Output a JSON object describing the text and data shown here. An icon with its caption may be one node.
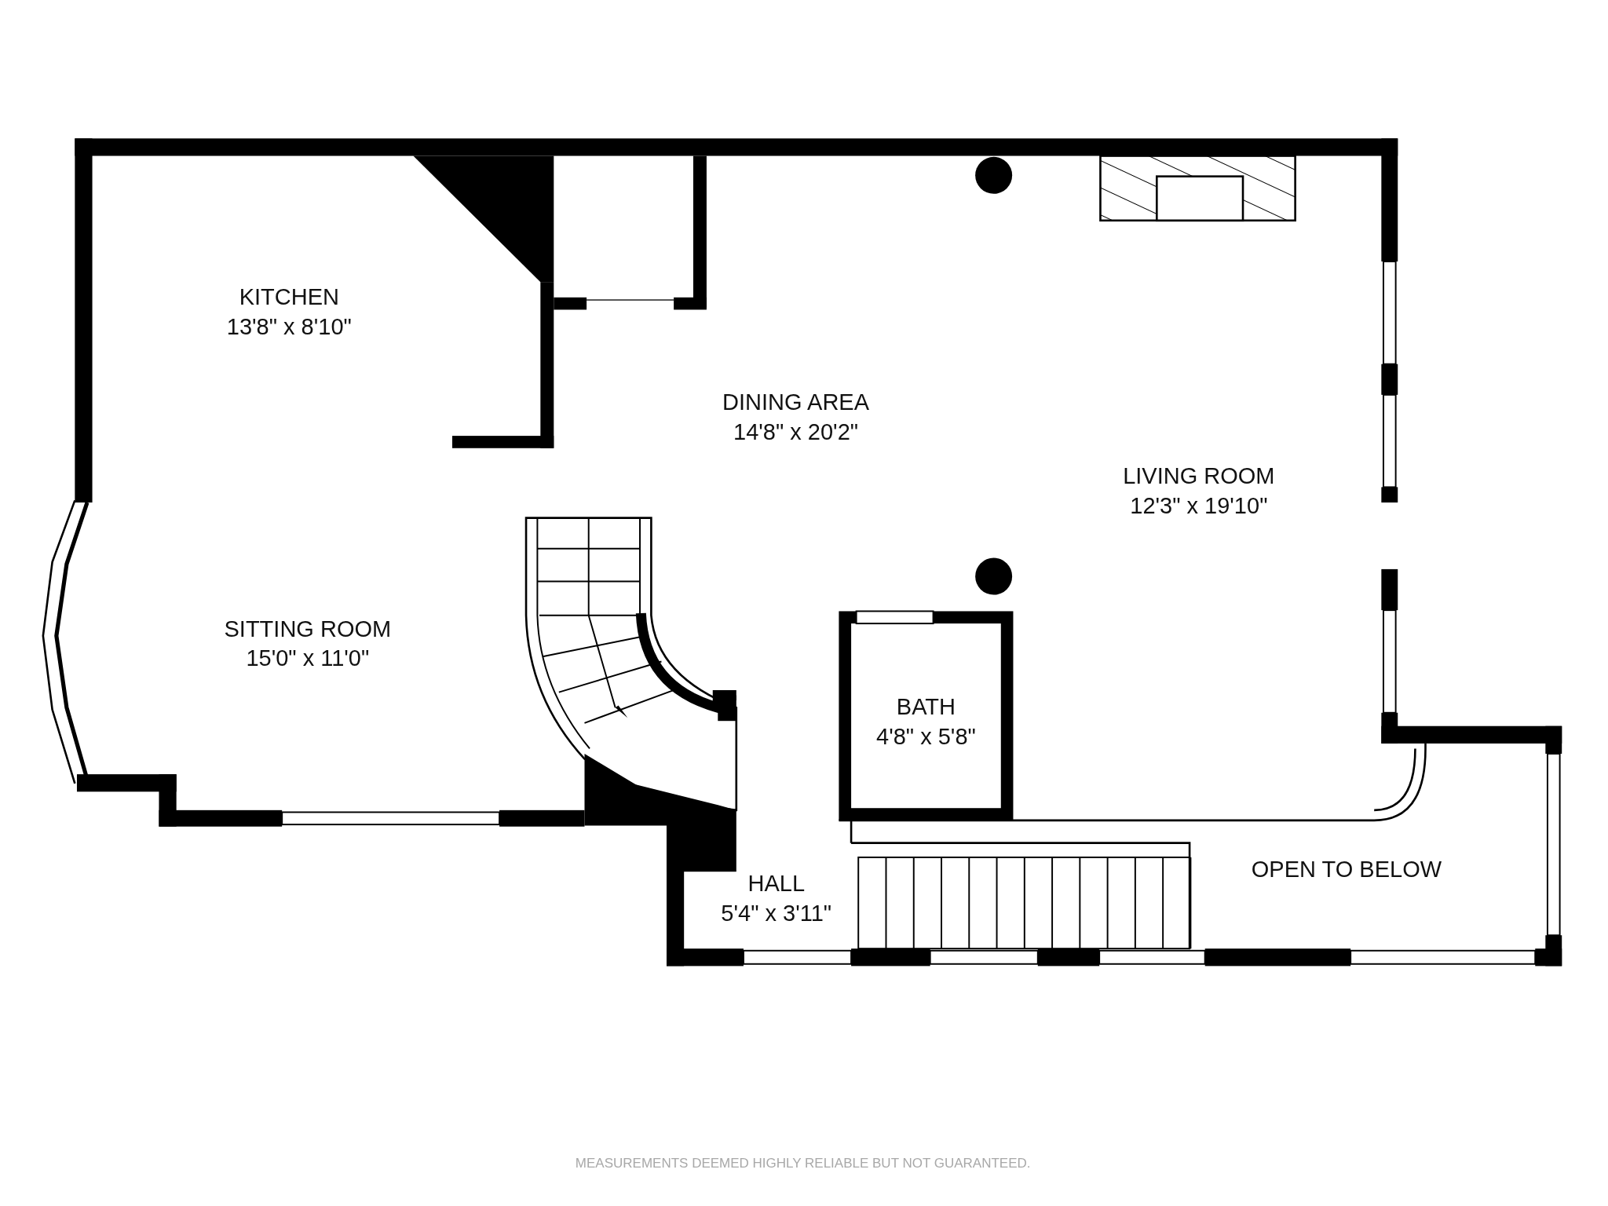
{
  "diagram": {
    "labels": [
      "KITCHEN",
      "13'8\" x 8'10\"",
      "DINING AREA",
      "14'8\" x 20'2\"",
      "LIVING ROOM",
      "12'3\" x 19'10\"",
      "SITTING ROOM",
      "15'0\" x 11'0\"",
      "BATH",
      "4'8\" x 5'8\"",
      "OPEN TO BELOW",
      "HALL",
      "5'4\" x 3'11\"",
      "MEASUREMENTS DEEMED HIGHLY RELIABLE BUT NOT GUARANTEED."
    ]
  }
}
